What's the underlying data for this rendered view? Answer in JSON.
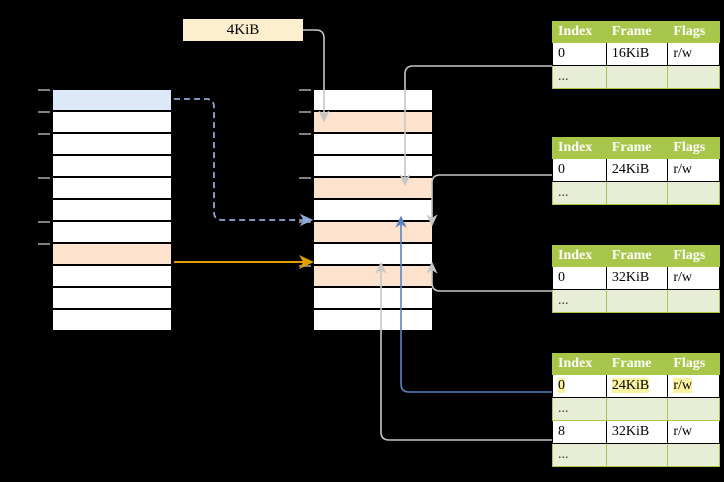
{
  "title": "multi-level page table walk diagram",
  "page_size_label": {
    "text": "4KiB"
  },
  "virtual_column": {
    "name": "left-column",
    "rows": 11,
    "highlights": {
      "blue": [
        0
      ],
      "peach": [
        7
      ]
    }
  },
  "physical_column": {
    "name": "middle-column",
    "rows": 11,
    "highlights": {
      "peach": [
        1,
        4,
        6,
        8
      ]
    }
  },
  "tables": [
    {
      "id": "page-table-1",
      "headers": [
        "Index",
        "Frame",
        "Flags"
      ],
      "rows": [
        {
          "cells": [
            "0",
            "16KiB",
            "r/w"
          ],
          "ellipsis": false,
          "highlight": false
        },
        {
          "cells": [
            "...",
            "",
            ""
          ],
          "ellipsis": true,
          "highlight": false
        }
      ]
    },
    {
      "id": "page-table-2",
      "headers": [
        "Index",
        "Frame",
        "Flags"
      ],
      "rows": [
        {
          "cells": [
            "0",
            "24KiB",
            "r/w"
          ],
          "ellipsis": false,
          "highlight": false
        },
        {
          "cells": [
            "...",
            "",
            ""
          ],
          "ellipsis": true,
          "highlight": false
        }
      ]
    },
    {
      "id": "page-table-3",
      "headers": [
        "Index",
        "Frame",
        "Flags"
      ],
      "rows": [
        {
          "cells": [
            "0",
            "32KiB",
            "r/w"
          ],
          "ellipsis": false,
          "highlight": false
        },
        {
          "cells": [
            "...",
            "",
            ""
          ],
          "ellipsis": true,
          "highlight": false
        }
      ]
    },
    {
      "id": "page-table-4",
      "headers": [
        "Index",
        "Frame",
        "Flags"
      ],
      "rows": [
        {
          "cells": [
            "0",
            "24KiB",
            "r/w"
          ],
          "ellipsis": false,
          "highlight": true
        },
        {
          "cells": [
            "...",
            "",
            ""
          ],
          "ellipsis": true,
          "highlight": false
        },
        {
          "cells": [
            "8",
            "32KiB",
            "r/w"
          ],
          "ellipsis": false,
          "highlight": false
        },
        {
          "cells": [
            "...",
            "",
            ""
          ],
          "ellipsis": true,
          "highlight": false
        }
      ]
    }
  ],
  "colors": {
    "header_green": "#a8c64a",
    "alt_row_green": "#e8eed5",
    "highlight_yellow": "#fbf3a0",
    "peach": "#fde3cd",
    "blue_fill": "#dce9f9",
    "blue_arrow": "#6a8fc7",
    "orange_arrow": "#e0a000",
    "gray_wire": "#b8b8b8",
    "page_box": "#fdeecd",
    "background": "#000000"
  }
}
